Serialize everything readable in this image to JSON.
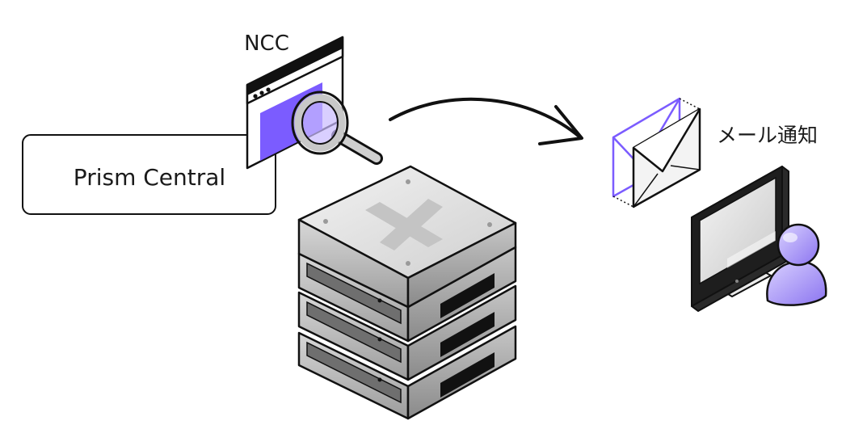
{
  "labels": {
    "ncc": "NCC",
    "prism_central": "Prism Central",
    "mail_notification": "メール通知"
  },
  "colors": {
    "accent_purple": "#7b5cff",
    "outline": "#111111",
    "server_light": "#e9e9e9",
    "server_mid": "#bdbdbd",
    "server_dark": "#8e8e8e",
    "user_purple": "#9b87f5"
  },
  "icons": [
    "browser-window-icon",
    "magnifier-icon",
    "arrow-icon",
    "envelope-icon",
    "server-stack-icon",
    "monitor-icon",
    "user-icon"
  ]
}
